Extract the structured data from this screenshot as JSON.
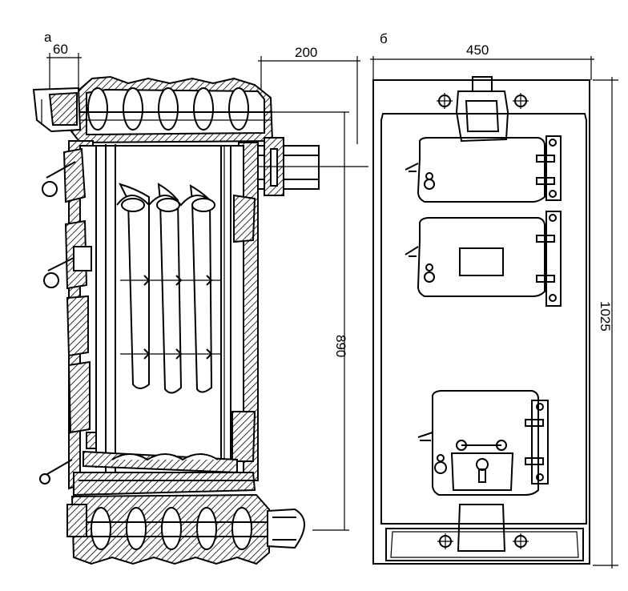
{
  "views": {
    "a": {
      "label": "а",
      "dimensions": {
        "top_left": "60",
        "top_right": "200",
        "height": "890"
      }
    },
    "b": {
      "label": "б",
      "dimensions": {
        "width": "450",
        "height": "1025"
      }
    }
  }
}
